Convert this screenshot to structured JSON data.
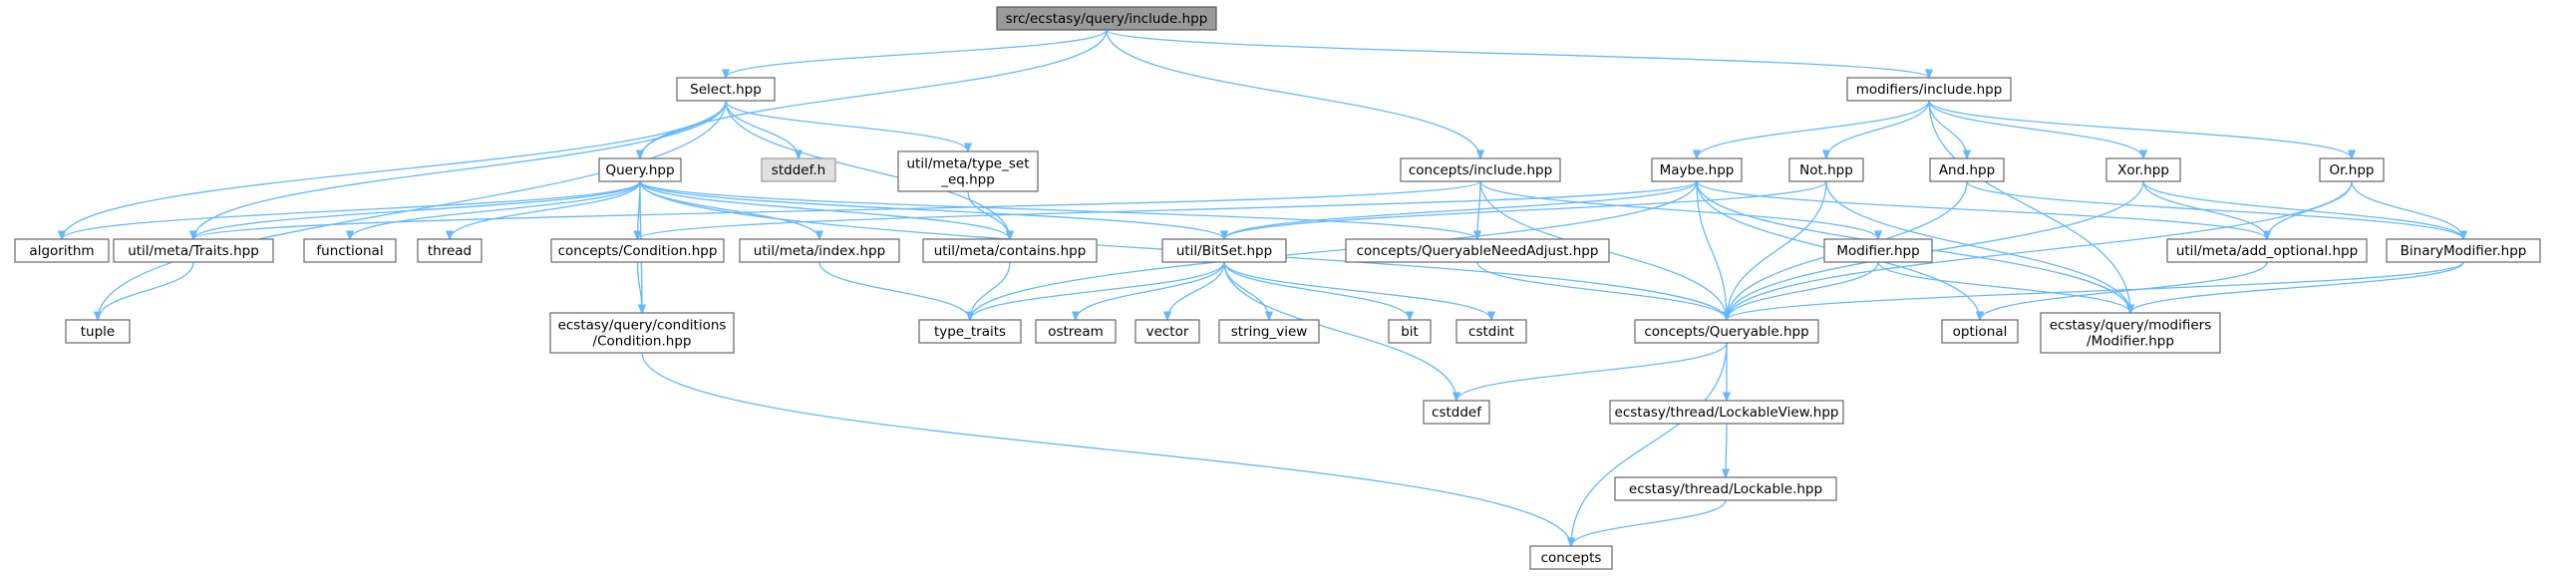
{
  "diagram": {
    "type": "include-dependency-graph",
    "root": "src/ecstasy/query/include.hpp",
    "nodes": [
      {
        "id": "root",
        "lines": [
          "src/ecstasy/query/include.hpp"
        ],
        "kind": "root"
      },
      {
        "id": "select",
        "lines": [
          "Select.hpp"
        ]
      },
      {
        "id": "modinc",
        "lines": [
          "modifiers/include.hpp"
        ]
      },
      {
        "id": "query",
        "lines": [
          "Query.hpp"
        ]
      },
      {
        "id": "stddefh",
        "lines": [
          "stddef.h"
        ],
        "kind": "sys"
      },
      {
        "id": "typeseteq",
        "lines": [
          "util/meta/type_set",
          "_eq.hpp"
        ]
      },
      {
        "id": "conceptsinc",
        "lines": [
          "concepts/include.hpp"
        ]
      },
      {
        "id": "maybe",
        "lines": [
          "Maybe.hpp"
        ]
      },
      {
        "id": "not",
        "lines": [
          "Not.hpp"
        ]
      },
      {
        "id": "and",
        "lines": [
          "And.hpp"
        ]
      },
      {
        "id": "xor",
        "lines": [
          "Xor.hpp"
        ]
      },
      {
        "id": "or",
        "lines": [
          "Or.hpp"
        ]
      },
      {
        "id": "algorithm",
        "lines": [
          "algorithm"
        ]
      },
      {
        "id": "traits",
        "lines": [
          "util/meta/Traits.hpp"
        ]
      },
      {
        "id": "functional",
        "lines": [
          "functional"
        ]
      },
      {
        "id": "thread",
        "lines": [
          "thread"
        ]
      },
      {
        "id": "condition",
        "lines": [
          "concepts/Condition.hpp"
        ]
      },
      {
        "id": "index",
        "lines": [
          "util/meta/index.hpp"
        ]
      },
      {
        "id": "contains",
        "lines": [
          "util/meta/contains.hpp"
        ]
      },
      {
        "id": "bitset",
        "lines": [
          "util/BitSet.hpp"
        ]
      },
      {
        "id": "qneedadjust",
        "lines": [
          "concepts/QueryableNeedAdjust.hpp"
        ]
      },
      {
        "id": "modifier",
        "lines": [
          "Modifier.hpp"
        ]
      },
      {
        "id": "addopt",
        "lines": [
          "util/meta/add_optional.hpp"
        ]
      },
      {
        "id": "binmod",
        "lines": [
          "BinaryModifier.hpp"
        ]
      },
      {
        "id": "tuple",
        "lines": [
          "tuple"
        ]
      },
      {
        "id": "condcond",
        "lines": [
          "ecstasy/query/conditions",
          "/Condition.hpp"
        ]
      },
      {
        "id": "typetraits",
        "lines": [
          "type_traits"
        ]
      },
      {
        "id": "ostream",
        "lines": [
          "ostream"
        ]
      },
      {
        "id": "vector",
        "lines": [
          "vector"
        ]
      },
      {
        "id": "stringview",
        "lines": [
          "string_view"
        ]
      },
      {
        "id": "bit",
        "lines": [
          "bit"
        ]
      },
      {
        "id": "cstdint",
        "lines": [
          "cstdint"
        ]
      },
      {
        "id": "queryable",
        "lines": [
          "concepts/Queryable.hpp"
        ]
      },
      {
        "id": "optional",
        "lines": [
          "optional"
        ]
      },
      {
        "id": "modmodifier",
        "lines": [
          "ecstasy/query/modifiers",
          "/Modifier.hpp"
        ]
      },
      {
        "id": "cstddef",
        "lines": [
          "cstddef"
        ]
      },
      {
        "id": "lockview",
        "lines": [
          "ecstasy/thread/LockableView.hpp"
        ]
      },
      {
        "id": "lockable",
        "lines": [
          "ecstasy/thread/Lockable.hpp"
        ]
      },
      {
        "id": "concepts",
        "lines": [
          "concepts"
        ]
      }
    ],
    "edges": [
      [
        "root",
        "select"
      ],
      [
        "root",
        "query"
      ],
      [
        "root",
        "conceptsinc"
      ],
      [
        "root",
        "modinc"
      ],
      [
        "select",
        "algorithm"
      ],
      [
        "select",
        "query"
      ],
      [
        "select",
        "stddefh"
      ],
      [
        "select",
        "typeseteq"
      ],
      [
        "select",
        "traits"
      ],
      [
        "select",
        "tuple"
      ],
      [
        "select",
        "contains"
      ],
      [
        "query",
        "algorithm"
      ],
      [
        "query",
        "traits"
      ],
      [
        "query",
        "functional"
      ],
      [
        "query",
        "thread"
      ],
      [
        "query",
        "condition"
      ],
      [
        "query",
        "index"
      ],
      [
        "query",
        "contains"
      ],
      [
        "query",
        "bitset"
      ],
      [
        "query",
        "qneedadjust"
      ],
      [
        "query",
        "queryable"
      ],
      [
        "query",
        "condcond"
      ],
      [
        "typeseteq",
        "contains"
      ],
      [
        "conceptsinc",
        "traits"
      ],
      [
        "conceptsinc",
        "qneedadjust"
      ],
      [
        "conceptsinc",
        "queryable"
      ],
      [
        "conceptsinc",
        "modifier"
      ],
      [
        "modinc",
        "maybe"
      ],
      [
        "modinc",
        "not"
      ],
      [
        "modinc",
        "and"
      ],
      [
        "modinc",
        "xor"
      ],
      [
        "modinc",
        "or"
      ],
      [
        "modinc",
        "modmodifier"
      ],
      [
        "maybe",
        "bitset"
      ],
      [
        "maybe",
        "condition"
      ],
      [
        "maybe",
        "queryable"
      ],
      [
        "maybe",
        "typetraits"
      ],
      [
        "maybe",
        "addopt"
      ],
      [
        "maybe",
        "optional"
      ],
      [
        "maybe",
        "modmodifier"
      ],
      [
        "not",
        "bitset"
      ],
      [
        "not",
        "queryable"
      ],
      [
        "not",
        "modmodifier"
      ],
      [
        "and",
        "queryable"
      ],
      [
        "and",
        "binmod"
      ],
      [
        "xor",
        "queryable"
      ],
      [
        "xor",
        "addopt"
      ],
      [
        "xor",
        "binmod"
      ],
      [
        "or",
        "addopt"
      ],
      [
        "or",
        "binmod"
      ],
      [
        "or",
        "queryable"
      ],
      [
        "traits",
        "tuple"
      ],
      [
        "condition",
        "condcond"
      ],
      [
        "index",
        "typetraits"
      ],
      [
        "contains",
        "typetraits"
      ],
      [
        "bitset",
        "typetraits"
      ],
      [
        "bitset",
        "ostream"
      ],
      [
        "bitset",
        "vector"
      ],
      [
        "bitset",
        "stringview"
      ],
      [
        "bitset",
        "bit"
      ],
      [
        "bitset",
        "cstdint"
      ],
      [
        "bitset",
        "cstddef"
      ],
      [
        "qneedadjust",
        "queryable"
      ],
      [
        "modifier",
        "queryable"
      ],
      [
        "modifier",
        "modmodifier"
      ],
      [
        "addopt",
        "optional"
      ],
      [
        "binmod",
        "queryable"
      ],
      [
        "binmod",
        "modmodifier"
      ],
      [
        "condcond",
        "concepts"
      ],
      [
        "queryable",
        "cstddef"
      ],
      [
        "queryable",
        "lockview"
      ],
      [
        "queryable",
        "concepts"
      ],
      [
        "lockview",
        "lockable"
      ],
      [
        "lockable",
        "concepts"
      ]
    ]
  },
  "colors": {
    "edge": "#63b8ff",
    "root_fill": "#9a9a9a",
    "system_fill": "#e0e0e0",
    "node_fill": "#ffffff",
    "border": "#666666"
  }
}
